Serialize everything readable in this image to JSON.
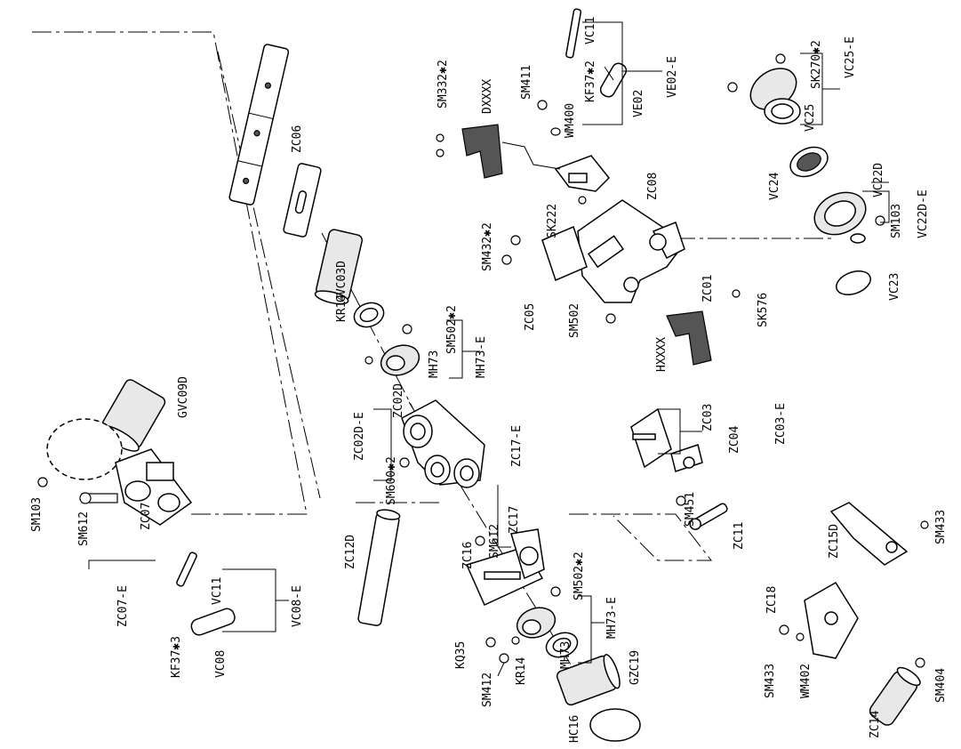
{
  "labels": {
    "VC11_top": "VC11",
    "VE02_E": "VE02-E",
    "KF37_2": "KF37✱2",
    "VE02": "VE02",
    "SM332_2": "SM332✱2",
    "DXXXX": "DXXXX",
    "SM411": "SM411",
    "WM400": "WM400",
    "SK270_2": "SK270✱2",
    "VC25_E": "VC25-E",
    "VC25": "VC25",
    "ZC06": "ZC06",
    "ZC08": "ZC08",
    "VC24": "VC24",
    "VC22D": "VC22D",
    "VC22D_E": "VC22D-E",
    "SM103_right": "SM103",
    "SM432_2": "SM432✱2",
    "SK222": "SK222",
    "GVC03D": "GVC03D",
    "ZC01": "ZC01",
    "VC23": "VC23",
    "KR14_top": "KR14",
    "SM502_2_top": "SM502✱2",
    "ZC05": "ZC05",
    "SM502": "SM502",
    "SK576": "SK576",
    "MH73_E_top": "MH73-E",
    "MH73_top": "MH73",
    "HXXXX": "HXXXX",
    "GVC09D": "GVC09D",
    "ZC02D_E": "ZC02D-E",
    "ZC02D": "ZC02D",
    "ZC03": "ZC03",
    "ZC03_E": "ZC03-E",
    "ZC04": "ZC04",
    "SM600_2": "SM600✱2",
    "ZC17_E": "ZC17-E",
    "SM103_left": "SM103",
    "SM612_left": "SM612",
    "ZC07": "ZC07",
    "SM612_mid": "SM612",
    "ZC17": "ZC17",
    "SM451": "SM451",
    "ZC11": "ZC11",
    "ZC16": "ZC16",
    "ZC12D": "ZC12D",
    "ZC07_E": "ZC07-E",
    "VC11_left": "VC11",
    "VC08_E": "VC08-E",
    "SM502_2_bot": "SM502✱2",
    "MH73_E_bot": "MH73-E",
    "MH73_bot": "MH73",
    "ZC15D": "ZC15D",
    "SM433_top": "SM433",
    "KF37_3": "KF37✱3",
    "VC08": "VC08",
    "KQ35": "KQ35",
    "SM412": "SM412",
    "KR14_bot": "KR14",
    "GZC19": "GZC19",
    "ZC18": "ZC18",
    "HC16": "HC16",
    "SM433_bot": "SM433",
    "WM402": "WM402",
    "ZC14": "ZC14",
    "SM404": "SM404"
  }
}
